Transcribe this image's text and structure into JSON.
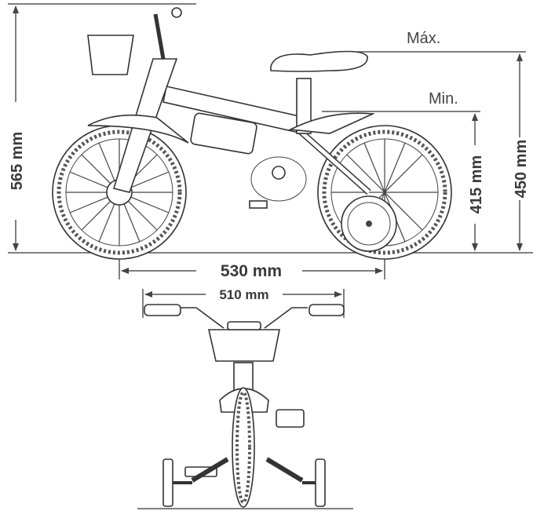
{
  "side_view": {
    "overall_height": "565 mm",
    "seat_max_label": "Máx.",
    "seat_min_label": "Min.",
    "seat_height_max": "450 mm",
    "seat_height_min": "415 mm",
    "wheelbase": "530 mm"
  },
  "front_view": {
    "handlebar_width": "510 mm"
  }
}
